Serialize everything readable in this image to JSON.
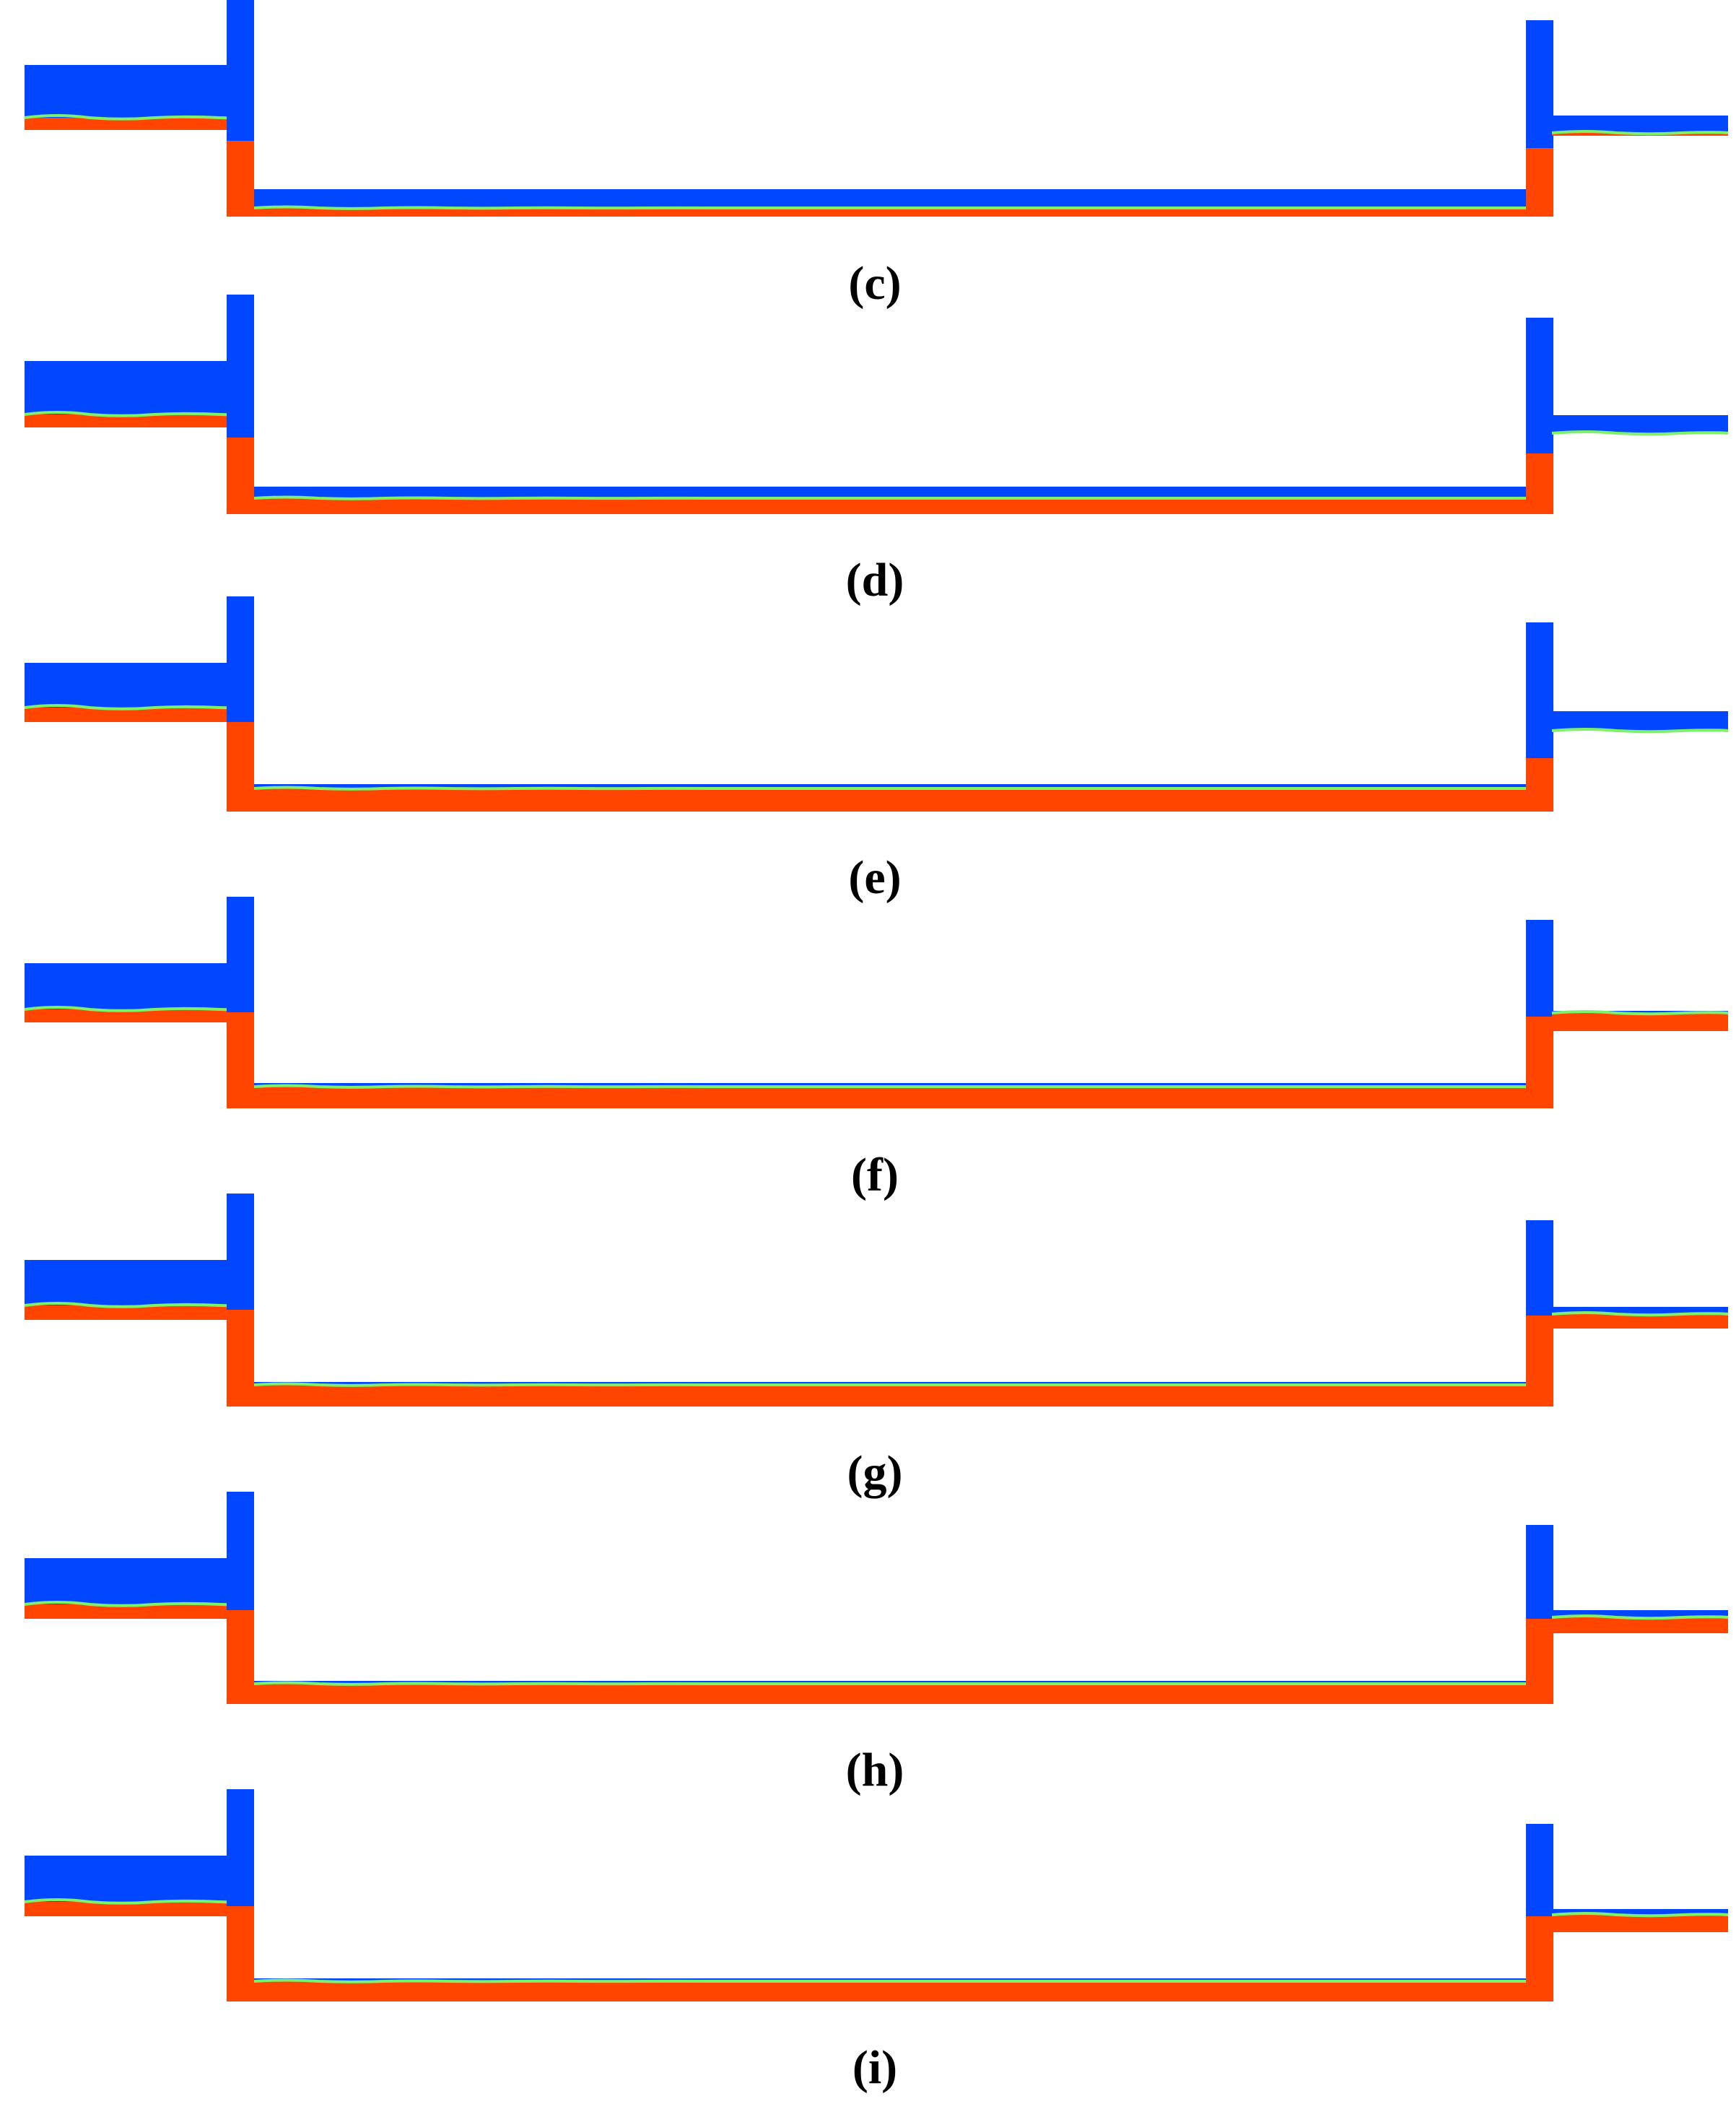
{
  "colors": {
    "water": "#ff4500",
    "air": "#0047ff",
    "interface": "#7ff06a",
    "background": "#ffffff"
  },
  "panels": [
    {
      "label": "(c)"
    },
    {
      "label": "(d)"
    },
    {
      "label": "(e)"
    },
    {
      "label": "(f)"
    },
    {
      "label": "(g)"
    },
    {
      "label": "(h)"
    },
    {
      "label": "(i)"
    }
  ]
}
